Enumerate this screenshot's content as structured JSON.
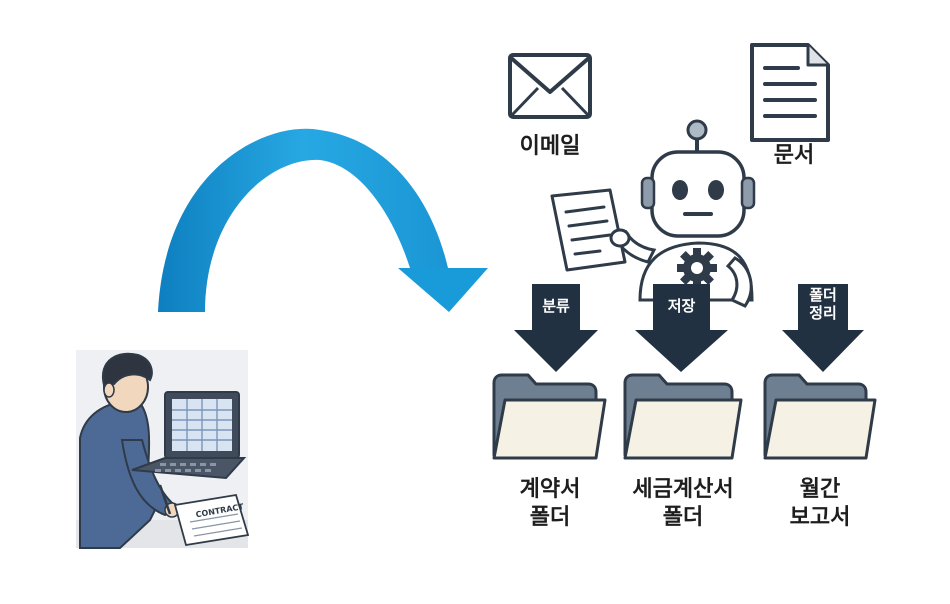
{
  "icons": {
    "email": {
      "label": "이메일",
      "icon": "envelope-icon"
    },
    "document": {
      "label": "문서",
      "icon": "document-icon"
    }
  },
  "person": {
    "paper_text": "CONTRACT"
  },
  "actions": {
    "classify": "분류",
    "save": "저장",
    "organize_line1": "폴더",
    "organize_line2": "정리"
  },
  "folders": {
    "contract": {
      "line1": "계약서",
      "line2": "폴더"
    },
    "tax_invoice": {
      "line1": "세금계산서",
      "line2": "폴더"
    },
    "monthly_report": {
      "line1": "월간",
      "line2": "보고서"
    }
  },
  "colors": {
    "arc_blue": "#1a9bd9",
    "arc_blue_dark": "#0c6fa8",
    "dark_arrow": "#223142",
    "outline": "#2f3b48",
    "folder_back": "#6f7f92",
    "folder_front": "#f5f1e4",
    "shirt": "#4d6a96"
  }
}
